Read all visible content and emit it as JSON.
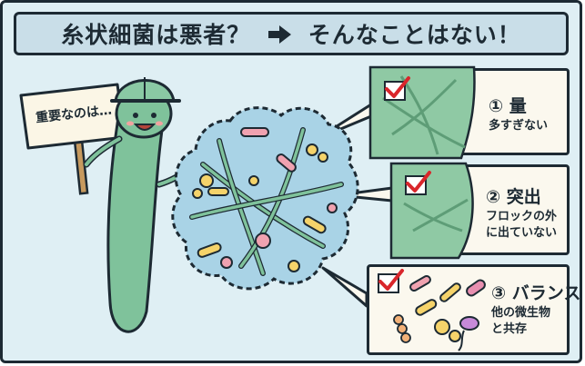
{
  "title": {
    "left": "糸状細菌は悪者？",
    "right": "そんなことはない！",
    "arrow_icon": "arrow-right-icon"
  },
  "sign": {
    "text": "重要なのは…"
  },
  "panels": [
    {
      "head": "① 量",
      "sub": [
        "多すぎない"
      ]
    },
    {
      "head": "② 突出",
      "sub": [
        "フロックの外",
        "に出ていない"
      ]
    },
    {
      "head": "③ バランス",
      "sub": [
        "他の微生物",
        "と共存"
      ]
    }
  ],
  "colors": {
    "background": "#dfeff4",
    "title_bar": "#c9dee8",
    "outline": "#1d2a33",
    "bacterium": "#7fc29b",
    "floc": "#a9d3e6",
    "check": "#d9262b",
    "panel_bg": "#fbf8ee"
  }
}
